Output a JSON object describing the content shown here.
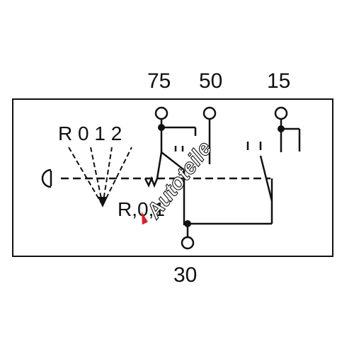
{
  "diagram": {
    "terminals": {
      "t75": "75",
      "t50": "50",
      "t15": "15",
      "t30": "30"
    },
    "positions_top": "R 0 1 2",
    "positions_bottom": "R,0,1"
  },
  "watermark": {
    "text": "Autoteile",
    "accent_color": "#d2232a"
  },
  "colors": {
    "line": "#111111",
    "background": "#ffffff"
  }
}
